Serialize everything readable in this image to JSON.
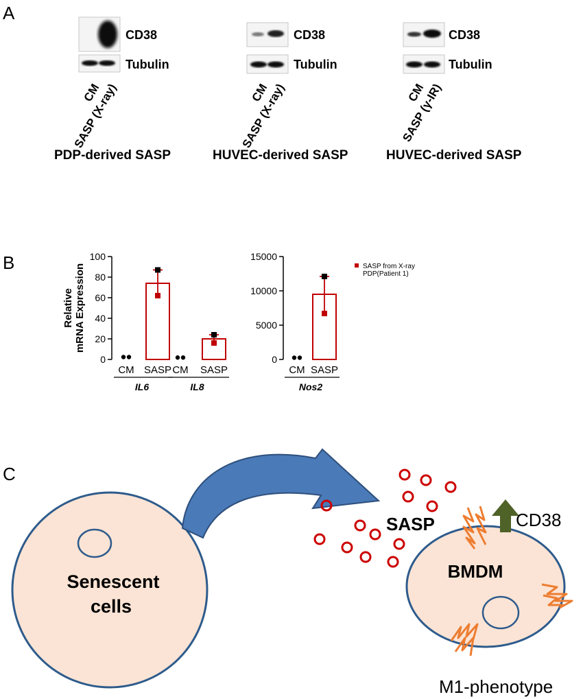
{
  "panels": {
    "a": "A",
    "b": "B",
    "c": "C"
  },
  "blots": [
    {
      "band1": "CD38",
      "band2": "Tubulin",
      "lane1": "CM",
      "lane2": "SASP (X-ray)",
      "title": "PDP-derived SASP"
    },
    {
      "band1": "CD38",
      "band2": "Tubulin",
      "lane1": "CM",
      "lane2": "SASP (X-ray)",
      "title": "HUVEC-derived SASP"
    },
    {
      "band1": "CD38",
      "band2": "Tubulin",
      "lane1": "CM",
      "lane2": "SASP (γ-IR)",
      "title": "HUVEC-derived SASP"
    }
  ],
  "chart_data": [
    {
      "type": "bar",
      "ylabel": "Relative mRNA Expression",
      "ylim": [
        0,
        100
      ],
      "yticks": [
        "0",
        "20",
        "40",
        "60",
        "80",
        "100"
      ],
      "groups": [
        {
          "gene": "IL6",
          "categories": [
            "CM",
            "SASP"
          ],
          "values": [
            1,
            74
          ],
          "points": [
            [
              1,
              1
            ],
            [
              62,
              87
            ]
          ]
        },
        {
          "gene": "IL8",
          "categories": [
            "CM",
            "SASP"
          ],
          "values": [
            0.5,
            20
          ],
          "points": [
            [
              0.5,
              0.5
            ],
            [
              16,
              24
            ]
          ]
        }
      ]
    },
    {
      "type": "bar",
      "ylabel": "",
      "ylim": [
        0,
        15000
      ],
      "yticks": [
        "0",
        "5000",
        "10000",
        "15000"
      ],
      "groups": [
        {
          "gene": "Nos2",
          "categories": [
            "CM",
            "SASP"
          ],
          "values": [
            50,
            9500
          ],
          "points": [
            [
              50,
              50
            ],
            [
              6700,
              12100
            ]
          ]
        }
      ],
      "legend": "SASP from X-ray PDP(Patient 1)"
    }
  ],
  "diagram": {
    "senescent_line1": "Senescent",
    "senescent_line2": "cells",
    "sasp": "SASP",
    "bmdm": "BMDM",
    "cd38": "CD38",
    "m1": "M1-phenotype"
  },
  "colors": {
    "bar": "#c00000",
    "cell_fill": "#fbe4d5",
    "cell_border": "#2e5b8c",
    "arrow": "#4a7ab8",
    "sasp_dot": "#cc0000",
    "receptor": "#ed7d31",
    "up_arrow": "#4f6228"
  }
}
